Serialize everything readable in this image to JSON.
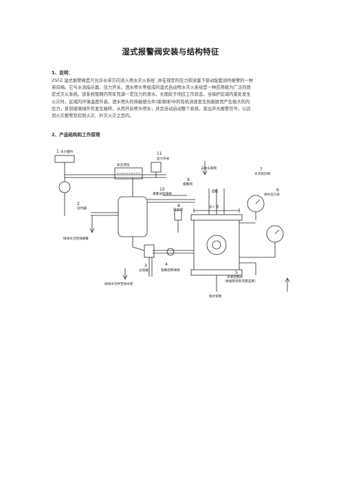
{
  "doc": {
    "title": "湿式报警阀安装与结构特征",
    "section1_heading": "1、说明：",
    "section1_lines": [
      "ZSFZ 湿式报警阀是只允许水单方向流入喷水灭火系统 ,并在规定的压力和流量下驱动配套部件报警的一种",
      "单向阀。它与水流指示器、压力开关、洒水喷头等组成的湿式自动喷水灭火系统是一种应用极为广泛的固",
      "定式灭火系统。该系统管网内常年充满一定压力的清水，长期处于伺应工作状态，当保护区域内某处发生",
      "火灾时，区域内环境温度升高，洒水喷头的热敏感元件(玻璃球)中的有机溶液发生热膨胀而产生极大的内",
      "压力，直到玻璃球外壳发生破碎，从而开启喷头喷水，并且自动启动整个系统，发出声光报警信号，以达",
      "到火灾报警及控制火灾、扑灭火灾之目的。"
    ],
    "section2_heading": "2、产品结构和工作原理"
  },
  "diagram_labels": {
    "n1": "1",
    "l1": "水力警铃",
    "n11": "11",
    "l11": "压力开关",
    "l_tank": "安全泄压",
    "n2": "2",
    "l2": "延时器",
    "l_drain_left": "接排水沟至排报警",
    "n10": "10",
    "l10": "报警试验球阀",
    "n9": "9",
    "l9": "报警阀",
    "l_sys": "去喷头管网",
    "l_phiB": "ØB",
    "l_dim": "长× 宽",
    "n8": "8",
    "l8": "排水阀",
    "n7": "7",
    "l7": "水流指示阀",
    "n6": "6",
    "l6": "进水压力表",
    "n3": "3",
    "l3": "过滤器",
    "n4": "4",
    "l4": "管路控制球阀",
    "l_drain_bottom": "接排水沟并至排水管",
    "n5": "5",
    "l5a": "水源控制阀",
    "l5b": "（根据现场有无需选用）",
    "l_inlet": "接水管网"
  }
}
